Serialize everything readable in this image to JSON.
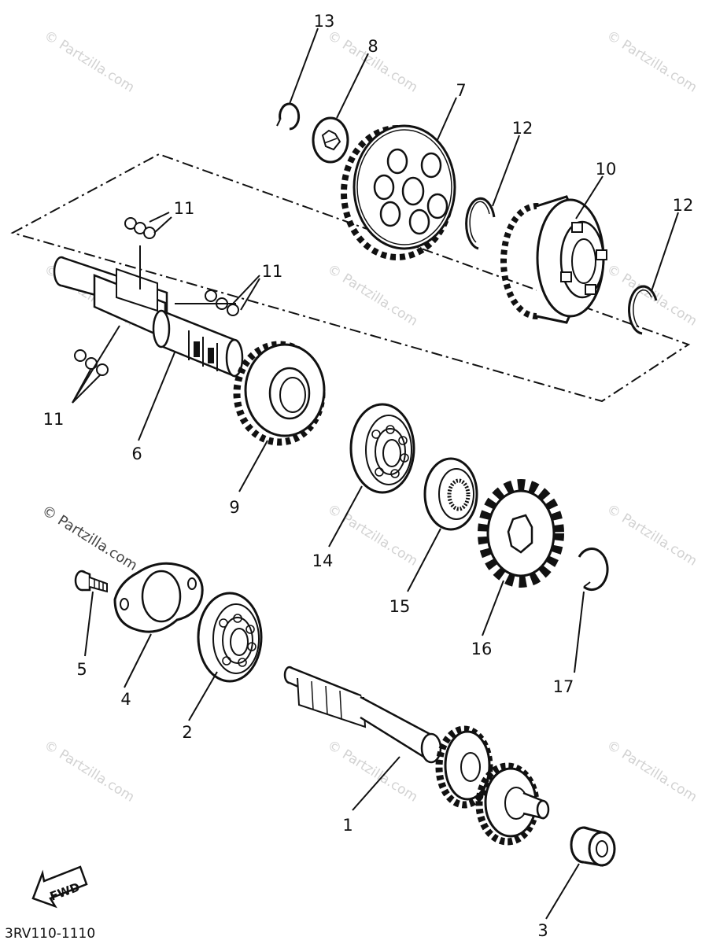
{
  "diagram_code": "3RV110-1110",
  "direction_label": "FWD",
  "watermark_text": "© Partzilla.com",
  "callouts": {
    "p1": "1",
    "p2": "2",
    "p3": "3",
    "p4": "4",
    "p5": "5",
    "p6": "6",
    "p7": "7",
    "p8": "8",
    "p9": "9",
    "p10": "10",
    "p11": "11",
    "p12": "12",
    "p13": "13",
    "p14": "14",
    "p15": "15",
    "p16": "16",
    "p17": "17"
  }
}
